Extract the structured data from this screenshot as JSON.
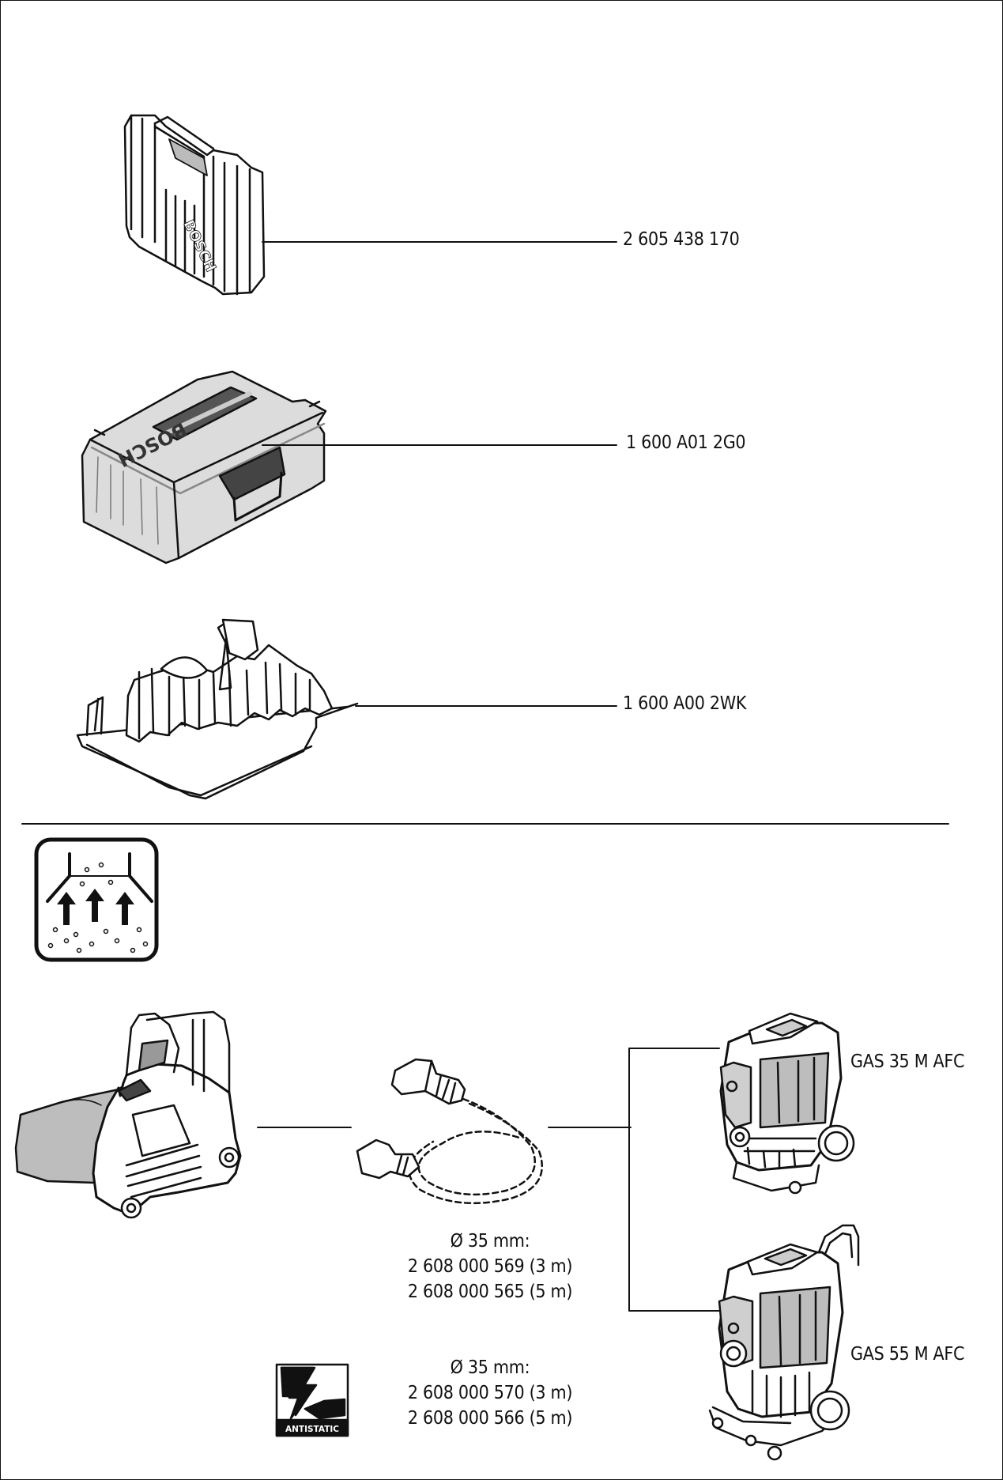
{
  "accessories": {
    "case_part_no": "2 605 438 170",
    "lboxx_part_no": "1 600 A01 2G0",
    "insert_part_no": "1 600 A00 2WK"
  },
  "case_logo_text": "BOSCH",
  "lboxx_logo_text": "BOSCH",
  "dust_extraction": {
    "hose_standard": {
      "diameter": "Ø 35 mm:",
      "part_3m": "2 608 000 569 (3 m)",
      "part_5m": "2 608 000 565 (5 m)"
    },
    "hose_antistatic": {
      "badge": "ANTISTATIC",
      "diameter": "Ø 35 mm:",
      "part_3m": "2 608 000 570 (3 m)",
      "part_5m": "2 608 000 566 (5 m)"
    },
    "vacuum_1": "GAS 35 M AFC",
    "vacuum_2": "GAS 55 M AFC"
  }
}
